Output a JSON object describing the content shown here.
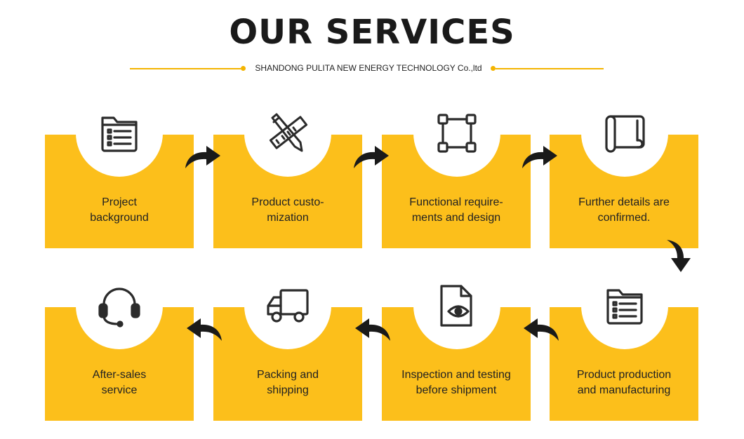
{
  "header": {
    "title": "OUR SERVICES",
    "subtitle": "SHANDONG PULITA NEW ENERGY TECHNOLOGY Co.,ltd",
    "accent_color": "#f4b400"
  },
  "colors": {
    "card": "#fcbf1b",
    "icon": "#2b2b2b",
    "arrow": "#1a1a1a"
  },
  "steps": [
    {
      "label": "Project\nbackground",
      "icon": "folder-list-icon"
    },
    {
      "label": "Product custo-\nmization",
      "icon": "pencil-ruler-icon"
    },
    {
      "label": "Functional require-\nments and design",
      "icon": "vector-square-icon"
    },
    {
      "label": "Further details are\nconfirmed.",
      "icon": "scroll-icon"
    },
    {
      "label": "Product production\nand manufacturing",
      "icon": "folder-list-icon"
    },
    {
      "label": "Inspection and testing\nbefore shipment",
      "icon": "document-eye-icon"
    },
    {
      "label": "Packing and\nshipping",
      "icon": "truck-icon"
    },
    {
      "label": "After-sales\nservice",
      "icon": "headset-icon"
    }
  ]
}
